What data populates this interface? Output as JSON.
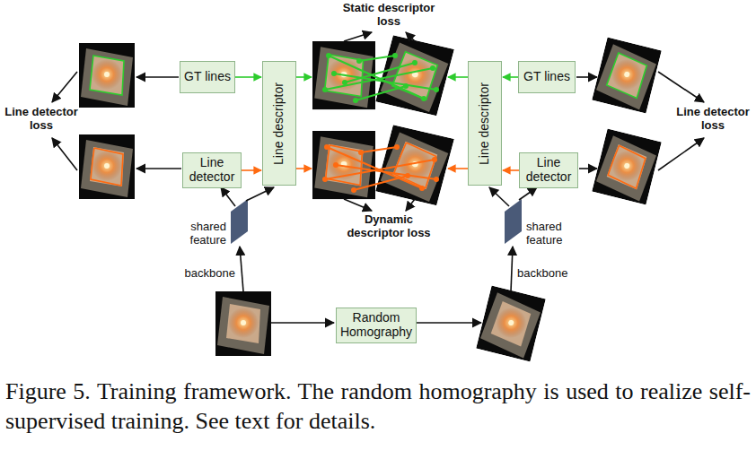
{
  "diagram": {
    "caption": "Figure 5. Training framework. The random homography is used to realize self-supervised training. See text for details.",
    "nodes": [
      {
        "text": [
          "GT lines"
        ]
      },
      {
        "text": [
          "Line detector"
        ]
      },
      {
        "text": [
          "Line descriptor"
        ]
      },
      {
        "text": [
          "Line descriptor"
        ]
      },
      {
        "text": [
          "GT lines"
        ]
      },
      {
        "text": [
          "Line detector"
        ]
      },
      {
        "text": [
          "Random Homography"
        ]
      }
    ],
    "edges": [
      {
        "from": 0,
        "to": 2,
        "arrow": "to"
      },
      {
        "from": 1,
        "to": 2,
        "arrow": "to"
      },
      {
        "from": 4,
        "to": 3,
        "arrow": "to"
      },
      {
        "from": 5,
        "to": 3,
        "arrow": "to"
      }
    ],
    "labels": [
      "Static descriptor loss",
      "Line detector loss",
      "Line detector loss",
      "Dynamic descriptor loss",
      "shared feature",
      "shared feature",
      "backbone",
      "backbone"
    ]
  }
}
